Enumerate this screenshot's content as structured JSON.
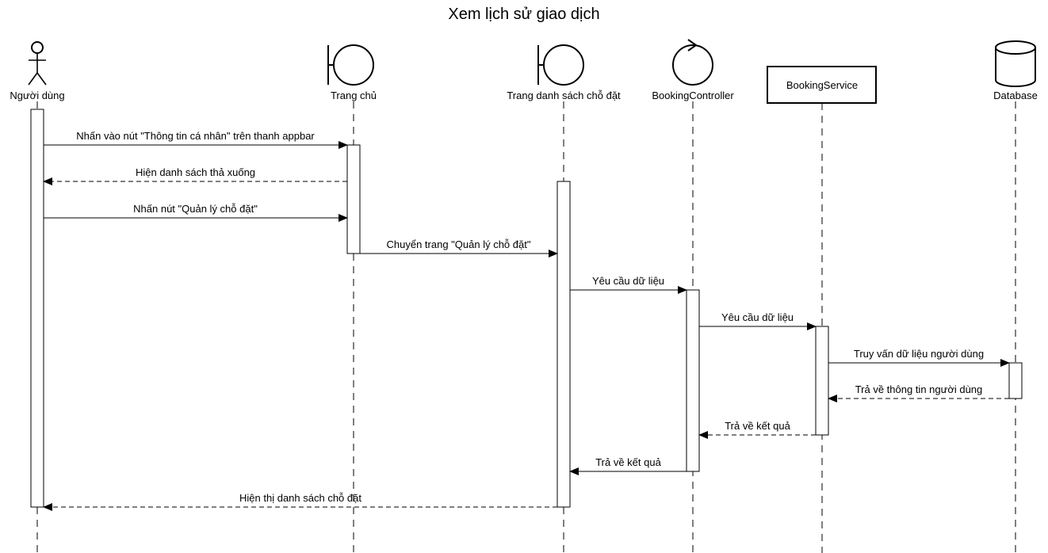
{
  "title": "Xem lịch sử giao dịch",
  "participants": [
    {
      "id": "user",
      "label": "Người dùng",
      "kind": "actor"
    },
    {
      "id": "home",
      "label": "Trang chủ",
      "kind": "boundary"
    },
    {
      "id": "list",
      "label": "Trang danh sách chỗ đặt",
      "kind": "boundary"
    },
    {
      "id": "ctrl",
      "label": "BookingController",
      "kind": "control"
    },
    {
      "id": "svc",
      "label": "BookingService",
      "kind": "box"
    },
    {
      "id": "db",
      "label": "Database",
      "kind": "database"
    }
  ],
  "messages": [
    {
      "from": "user",
      "to": "home",
      "label": "Nhấn vào nút \"Thông tin cá nhân\" trên thanh appbar",
      "type": "call"
    },
    {
      "from": "home",
      "to": "user",
      "label": "Hiện danh sách thả xuống",
      "type": "return"
    },
    {
      "from": "user",
      "to": "home",
      "label": "Nhấn nút \"Quản lý chỗ đặt\"",
      "type": "call"
    },
    {
      "from": "home",
      "to": "list",
      "label": "Chuyển trang \"Quản lý chỗ đặt\"",
      "type": "call"
    },
    {
      "from": "list",
      "to": "ctrl",
      "label": "Yêu cầu dữ liệu",
      "type": "call"
    },
    {
      "from": "ctrl",
      "to": "svc",
      "label": "Yêu cầu dữ liệu",
      "type": "call"
    },
    {
      "from": "svc",
      "to": "db",
      "label": "Truy vấn dữ liệu người dùng",
      "type": "call"
    },
    {
      "from": "db",
      "to": "svc",
      "label": "Trả về thông tin người dùng",
      "type": "return"
    },
    {
      "from": "svc",
      "to": "ctrl",
      "label": "Trả về kết quả",
      "type": "return"
    },
    {
      "from": "ctrl",
      "to": "list",
      "label": "Trả về kết quả",
      "type": "call"
    },
    {
      "from": "list",
      "to": "user",
      "label": "Hiện thị danh sách chỗ đặt",
      "type": "return"
    }
  ]
}
